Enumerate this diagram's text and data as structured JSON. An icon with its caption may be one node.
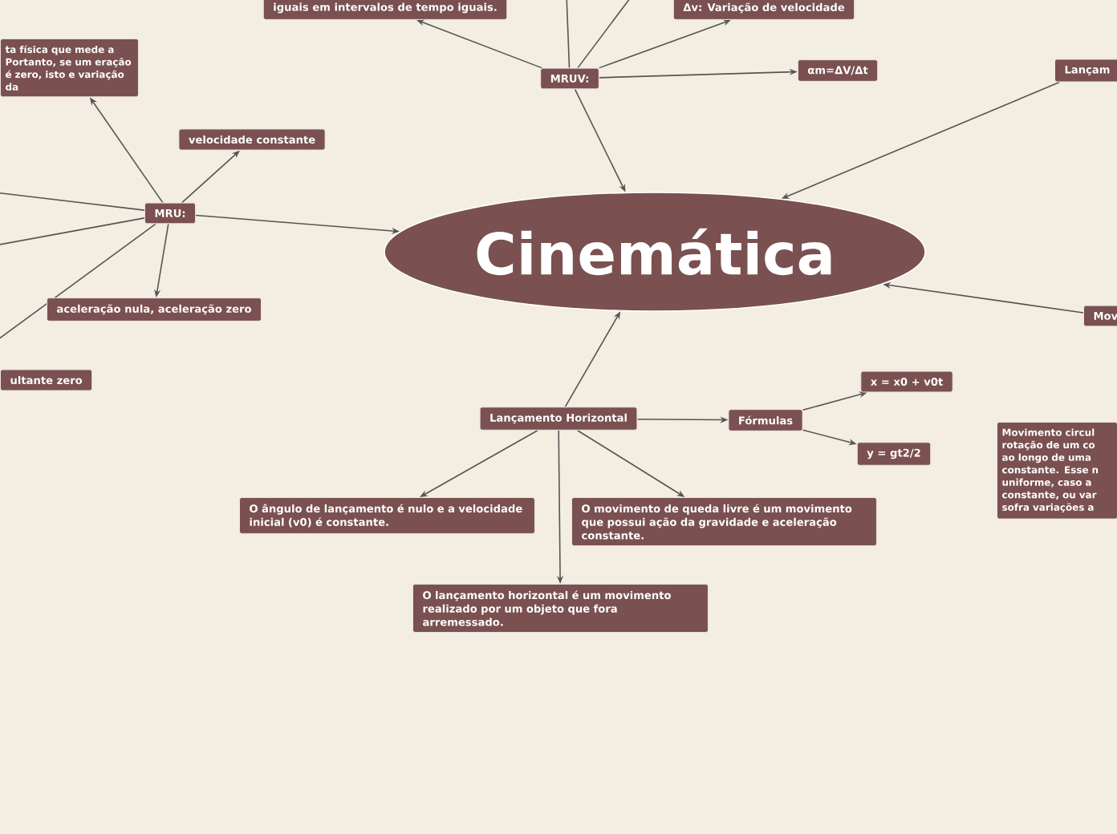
{
  "diagram": {
    "nodes": [
      {
        "text": [
          "iguais em intervalos de tempo iguais."
        ]
      },
      {
        "text": [
          "Δv: Variação de velocidade"
        ]
      },
      {
        "text": [
          "MRUV:"
        ]
      },
      {
        "text": [
          "αm=ΔV/Δt"
        ]
      },
      {
        "text": [
          "Lançam"
        ]
      },
      {
        "text": [
          "ta física que mede a Portanto, se um eração é zero, isto e variação da"
        ]
      },
      {
        "text": [
          "velocidade constante"
        ]
      },
      {
        "text": [
          "MRU:"
        ]
      },
      {
        "text": [
          "Cinemática"
        ]
      },
      {
        "text": [
          "Mov"
        ]
      },
      {
        "text": [
          "aceleração nula, aceleração zero"
        ]
      },
      {
        "text": [
          "ultante zero"
        ]
      },
      {
        "text": [
          "Lançamento Horizontal"
        ]
      },
      {
        "text": [
          "Fórmulas"
        ]
      },
      {
        "text": [
          "x = x0 + v0t"
        ]
      },
      {
        "text": [
          "y = gt2/2"
        ]
      },
      {
        "text": [
          "Movimento circul rotação de um co ao longo de uma constante. Esse n uniforme, caso a constante, ou var sofra variações a"
        ]
      },
      {
        "text": [
          "O ângulo de lançamento é nulo e a velocidade inicial (v0) é constante."
        ]
      },
      {
        "text": [
          "O movimento de queda livre é um movimento que possui ação da gravidade e aceleração constante."
        ]
      },
      {
        "text": [
          "O lançamento horizontal é um movimento realizado por um objeto que fora arremessado."
        ]
      }
    ],
    "edges": [
      {
        "from": 2,
        "to": 0,
        "arrow": "to"
      },
      {
        "from": 2,
        "to": 1,
        "arrow": "to"
      },
      {
        "from": 2,
        "to": null,
        "arrow": "none"
      },
      {
        "from": 2,
        "to": null,
        "arrow": "none"
      },
      {
        "from": 2,
        "to": 3,
        "arrow": "to"
      },
      {
        "from": 2,
        "to": 8,
        "arrow": "to"
      },
      {
        "from": 4,
        "to": 8,
        "arrow": "to"
      },
      {
        "from": 7,
        "to": 5,
        "arrow": "to"
      },
      {
        "from": 7,
        "to": 6,
        "arrow": "to"
      },
      {
        "from": 7,
        "to": null,
        "arrow": "none"
      },
      {
        "from": 7,
        "to": null,
        "arrow": "none"
      },
      {
        "from": 7,
        "to": null,
        "arrow": "none"
      },
      {
        "from": 7,
        "to": 10,
        "arrow": "to"
      },
      {
        "from": 7,
        "to": 8,
        "arrow": "to"
      },
      {
        "from": 9,
        "to": 8,
        "arrow": "to"
      },
      {
        "from": 12,
        "to": 8,
        "arrow": "to"
      },
      {
        "from": 12,
        "to": 13,
        "arrow": "to"
      },
      {
        "from": 12,
        "to": 17,
        "arrow": "to"
      },
      {
        "from": 12,
        "to": 19,
        "arrow": "to"
      },
      {
        "from": 12,
        "to": 18,
        "arrow": "to"
      },
      {
        "from": 13,
        "to": 14,
        "arrow": "to"
      },
      {
        "from": 13,
        "to": 15,
        "arrow": "to"
      }
    ]
  }
}
